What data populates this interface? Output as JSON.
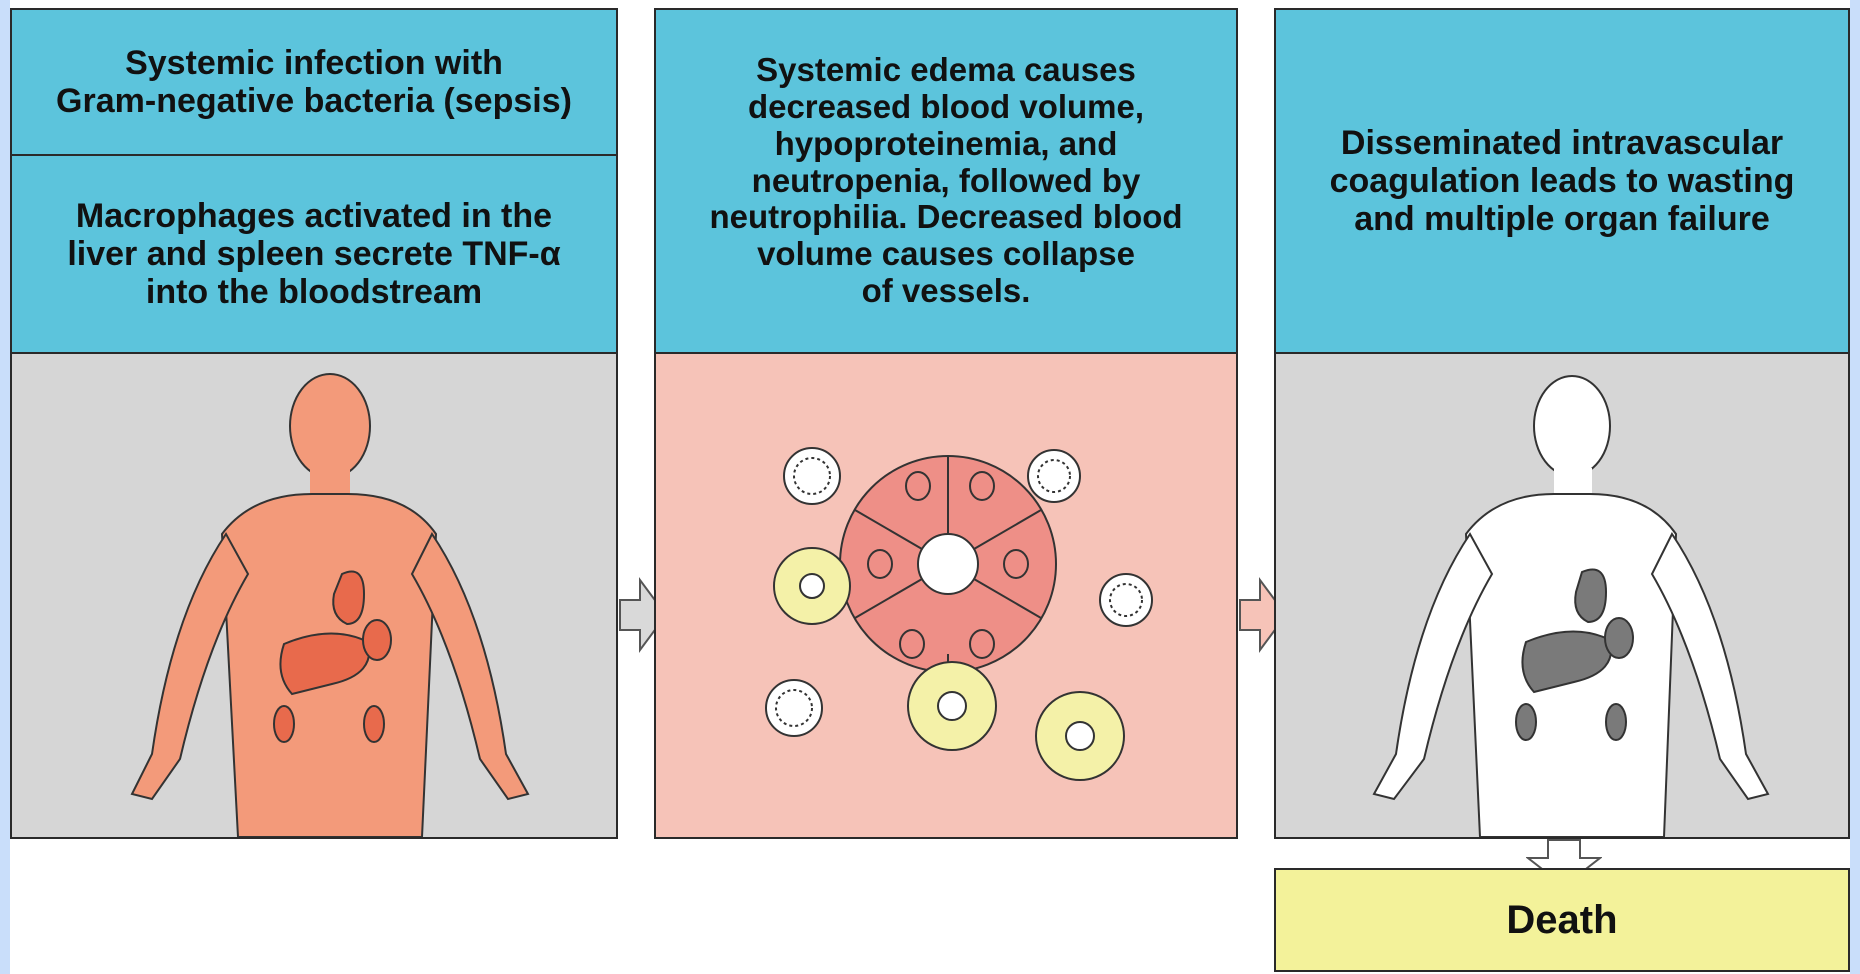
{
  "panel1": {
    "header_lines": [
      "Systemic infection with",
      "Gram-negative bacteria (sepsis)"
    ],
    "body_lines": [
      "Macrophages activated in the",
      "liver and spleen secrete TNF-α",
      "into the bloodstream"
    ]
  },
  "panel2": {
    "caption_lines": [
      "Systemic edema causes",
      "decreased blood volume,",
      "hypoproteinemia, and",
      "neutropenia, followed by",
      "neutrophilia. Decreased blood",
      "volume causes collapse",
      "of vessels."
    ]
  },
  "panel3": {
    "caption_lines": [
      "Disseminated intravascular",
      "coagulation leads to wasting",
      "and multiple organ failure"
    ]
  },
  "outcome": {
    "label": "Death"
  },
  "colors": {
    "caption_bg": "#5cc4dc",
    "panel_gray": "#d6d6d6",
    "panel_pink": "#f6c3b8",
    "body_orange": "#f39a7a",
    "organ_red": "#e86a4c",
    "organ_gray": "#7a7a7a",
    "death_yellow": "#f3f29a"
  }
}
